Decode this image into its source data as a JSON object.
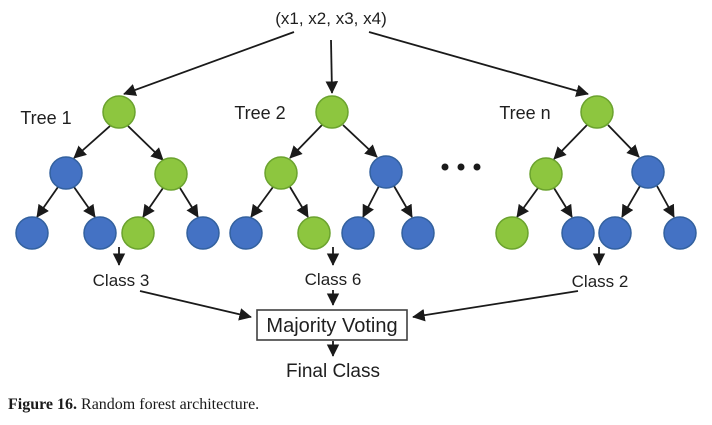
{
  "figure": {
    "input_vector": "(x1, x2, x3, x4)",
    "trees": [
      {
        "label": "Tree 1",
        "predicted_class": "Class 3",
        "node_colors": {
          "root": "green",
          "children": [
            "blue",
            "green"
          ],
          "leaves": [
            "blue",
            "blue",
            "green",
            "blue"
          ]
        }
      },
      {
        "label": "Tree 2",
        "predicted_class": "Class 6",
        "node_colors": {
          "root": "green",
          "children": [
            "green",
            "blue"
          ],
          "leaves": [
            "blue",
            "green",
            "blue",
            "blue"
          ]
        }
      },
      {
        "label": "Tree n",
        "predicted_class": "Class 2",
        "node_colors": {
          "root": "green",
          "children": [
            "green",
            "blue"
          ],
          "leaves": [
            "green",
            "blue",
            "blue",
            "blue"
          ]
        }
      }
    ],
    "ellipsis_between_trees": "...",
    "majority_voting": "Majority Voting",
    "final_class": "Final Class",
    "colors": {
      "green_fill": "#8DC63F",
      "green_stroke": "#6BA32E",
      "blue_fill": "#4472C4",
      "blue_stroke": "#33619F",
      "arrow": "#1A1A1A",
      "box_stroke": "#404040"
    }
  },
  "caption": {
    "label": "Figure 16.",
    "text": "Random forest architecture."
  }
}
